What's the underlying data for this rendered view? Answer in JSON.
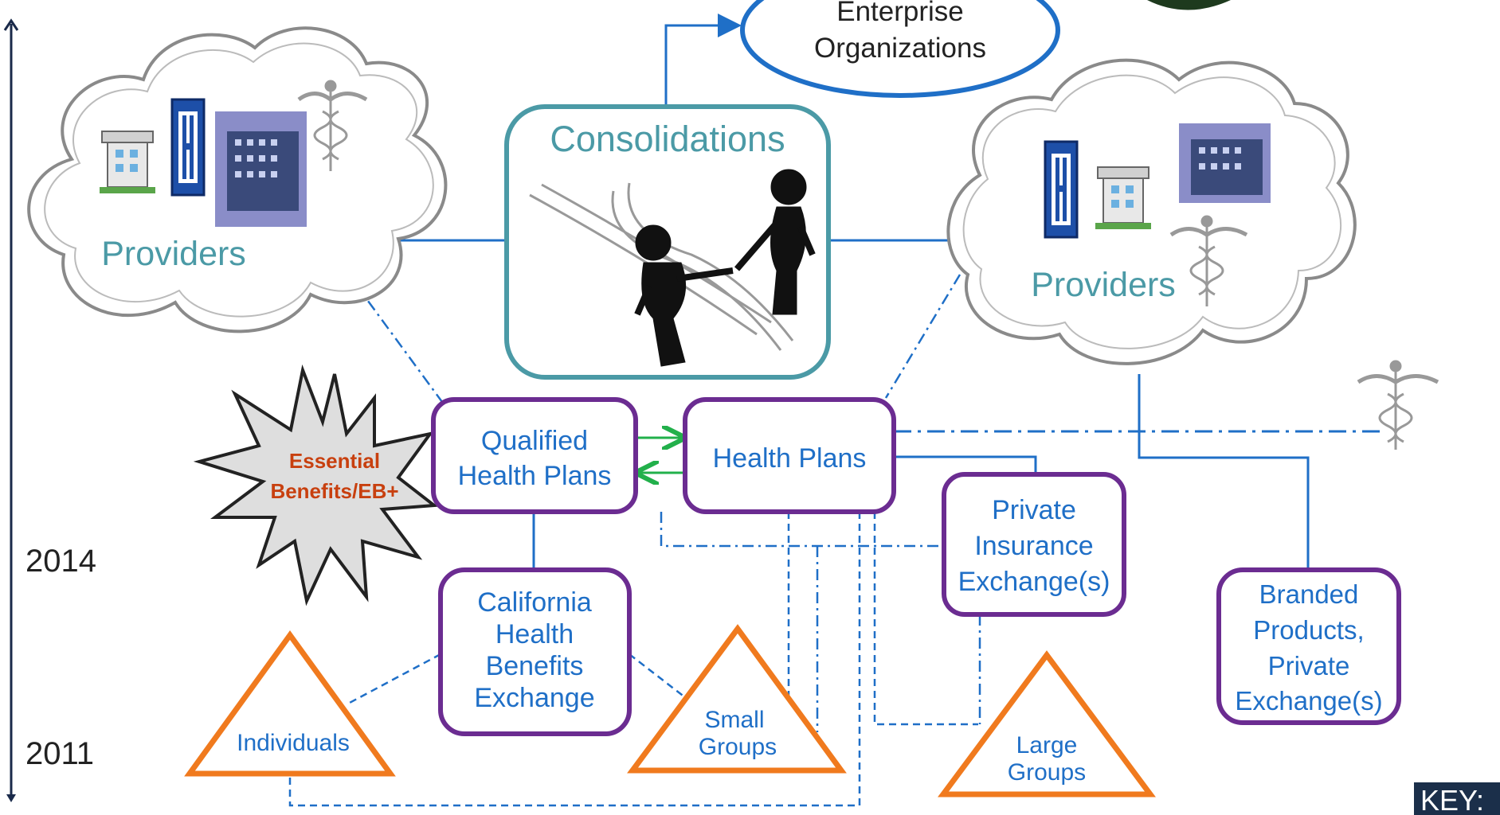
{
  "nodes": {
    "enterprise": [
      "Enterprise",
      "Organizations"
    ],
    "consolidations": "Consolidations",
    "providers_left": "Providers",
    "providers_right": "Providers",
    "qualified_health_plans": [
      "Qualified",
      "Health Plans"
    ],
    "health_plans": "Health Plans",
    "private_exchange": [
      "Private",
      "Insurance",
      "Exchange(s)"
    ],
    "california_exchange": [
      "California",
      "Health",
      "Benefits",
      "Exchange"
    ],
    "branded_products": [
      "Branded",
      "Products,",
      "Private",
      "Exchange(s)"
    ],
    "essential_benefits": [
      "Essential",
      "Benefits/EB+"
    ],
    "individuals": "Individuals",
    "small_groups": [
      "Small",
      "Groups"
    ],
    "large_groups": [
      "Large",
      "Groups"
    ]
  },
  "timeline": {
    "year_top": "2014",
    "year_bottom": "2011"
  },
  "key_label": "KEY:",
  "colors": {
    "line_blue": "#1f6fc7",
    "box_purple": "#6b2c91",
    "teal_border": "#4b9aa6",
    "triangle_orange": "#f07a1e",
    "arrow_green": "#22b04b",
    "essential_red": "#c8400f"
  }
}
